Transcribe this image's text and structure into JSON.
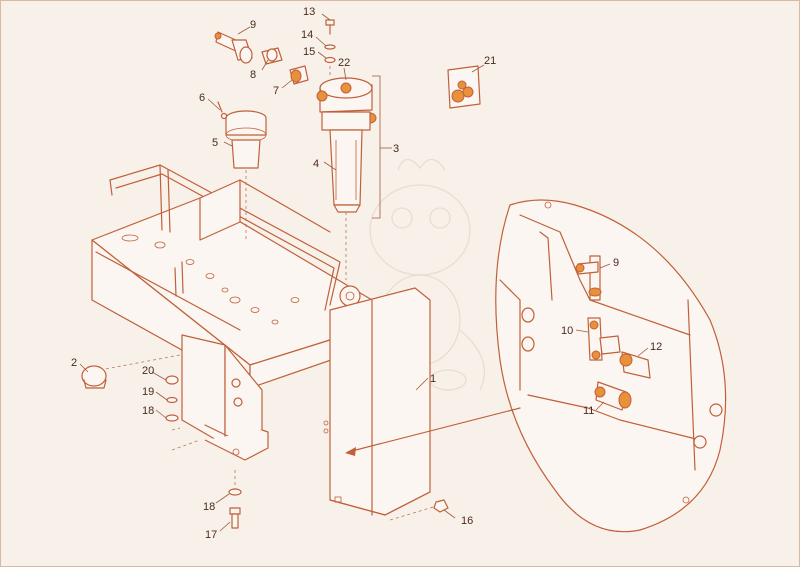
{
  "callouts": [
    {
      "id": "c9",
      "text": "9"
    },
    {
      "id": "c13",
      "text": "13"
    },
    {
      "id": "c14",
      "text": "14"
    },
    {
      "id": "c15",
      "text": "15"
    },
    {
      "id": "c8",
      "text": "8"
    },
    {
      "id": "c22",
      "text": "22"
    },
    {
      "id": "c7",
      "text": "7"
    },
    {
      "id": "c21",
      "text": "21"
    },
    {
      "id": "c6",
      "text": "6"
    },
    {
      "id": "c5",
      "text": "5"
    },
    {
      "id": "c3",
      "text": "3"
    },
    {
      "id": "c4",
      "text": "4"
    },
    {
      "id": "c2",
      "text": "2"
    },
    {
      "id": "c20",
      "text": "20"
    },
    {
      "id": "c19",
      "text": "19"
    },
    {
      "id": "c18a",
      "text": "18"
    },
    {
      "id": "c1",
      "text": "1"
    },
    {
      "id": "c18b",
      "text": "18"
    },
    {
      "id": "c17",
      "text": "17"
    },
    {
      "id": "c16",
      "text": "16"
    },
    {
      "id": "d9",
      "text": "9"
    },
    {
      "id": "d10",
      "text": "10"
    },
    {
      "id": "d12",
      "text": "12"
    },
    {
      "id": "d11",
      "text": "11"
    }
  ],
  "colors": {
    "line": "#c0603a",
    "background": "#f8f1ea",
    "label": "#4a2a1e",
    "accent": "#e8903a"
  },
  "icons": [
    "hydraulic-filter-icon",
    "tee-fitting-icon",
    "seal-kit-bag-icon"
  ]
}
